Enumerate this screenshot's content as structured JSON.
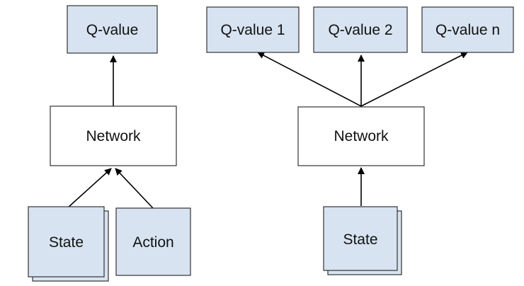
{
  "colors": {
    "input_fill": "#d7e3f1",
    "network_fill": "#ffffff",
    "border": "#333333",
    "edge": "#000000"
  },
  "left": {
    "output": "Q-value",
    "network": "Network",
    "inputs": [
      "State",
      "Action"
    ]
  },
  "right": {
    "outputs": [
      "Q-value 1",
      "Q-value 2",
      "Q-value n"
    ],
    "network": "Network",
    "input": "State"
  }
}
